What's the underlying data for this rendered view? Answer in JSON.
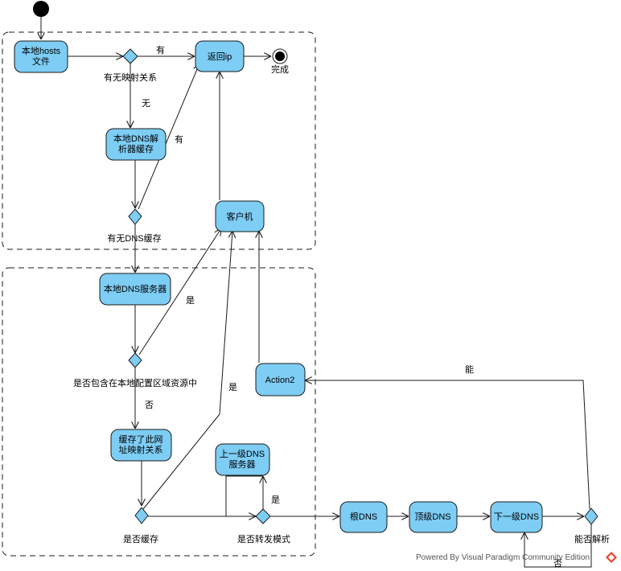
{
  "nodes": {
    "hosts_file": [
      "本地hosts",
      "文件"
    ],
    "return_ip": "返回ip",
    "local_dns_cache": [
      "本地DNS解",
      "析器缓存"
    ],
    "client": "客户机",
    "local_dns_server": "本地DNS服务器",
    "action2": "Action2",
    "cached_mapping": [
      "缓存了此网",
      "址映射关系"
    ],
    "upper_dns": [
      "上一级DNS",
      "服务器"
    ],
    "root_dns": "根DNS",
    "top_dns": "顶级DNS",
    "next_dns": "下一级DNS"
  },
  "decisions": {
    "has_mapping": "有无映射关系",
    "has_dns_cache": "有无DNS缓存",
    "in_local_zone": "是否包含在本地配置区域资源中",
    "is_cached": "是否缓存",
    "is_forward_mode": "是否转发模式",
    "can_resolve": "能否解析"
  },
  "final_label": "完成",
  "edge_labels": {
    "has_1": "有",
    "none_1": "无",
    "has_2": "有",
    "yes_1": "是",
    "no_1": "否",
    "yes_2": "是",
    "yes_3": "是",
    "can": "能",
    "no_2": "否"
  },
  "watermark": "Powered By Visual Paradigm Community Edition",
  "colors": {
    "node_fill": "#7dcdf5",
    "line": "#1a1a1a",
    "watermark_logo": "#e8442d"
  }
}
